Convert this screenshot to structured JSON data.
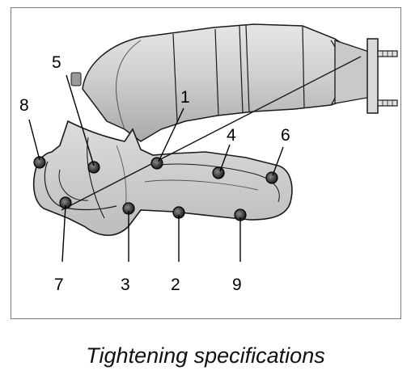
{
  "figure": {
    "callouts": [
      {
        "id": "5",
        "label": "5"
      },
      {
        "id": "1",
        "label": "1"
      },
      {
        "id": "8",
        "label": "8"
      },
      {
        "id": "4",
        "label": "4"
      },
      {
        "id": "6",
        "label": "6"
      },
      {
        "id": "7",
        "label": "7"
      },
      {
        "id": "3",
        "label": "3"
      },
      {
        "id": "2",
        "label": "2"
      },
      {
        "id": "9",
        "label": "9"
      }
    ]
  },
  "caption": "Tightening specifications",
  "colors": {
    "outline": "#1a1a1a",
    "part_fill": "#d4d4d4",
    "part_fill_dark": "#b3b3b3",
    "bolt": "#2a2a2a",
    "frame": "#7a7a7a"
  }
}
